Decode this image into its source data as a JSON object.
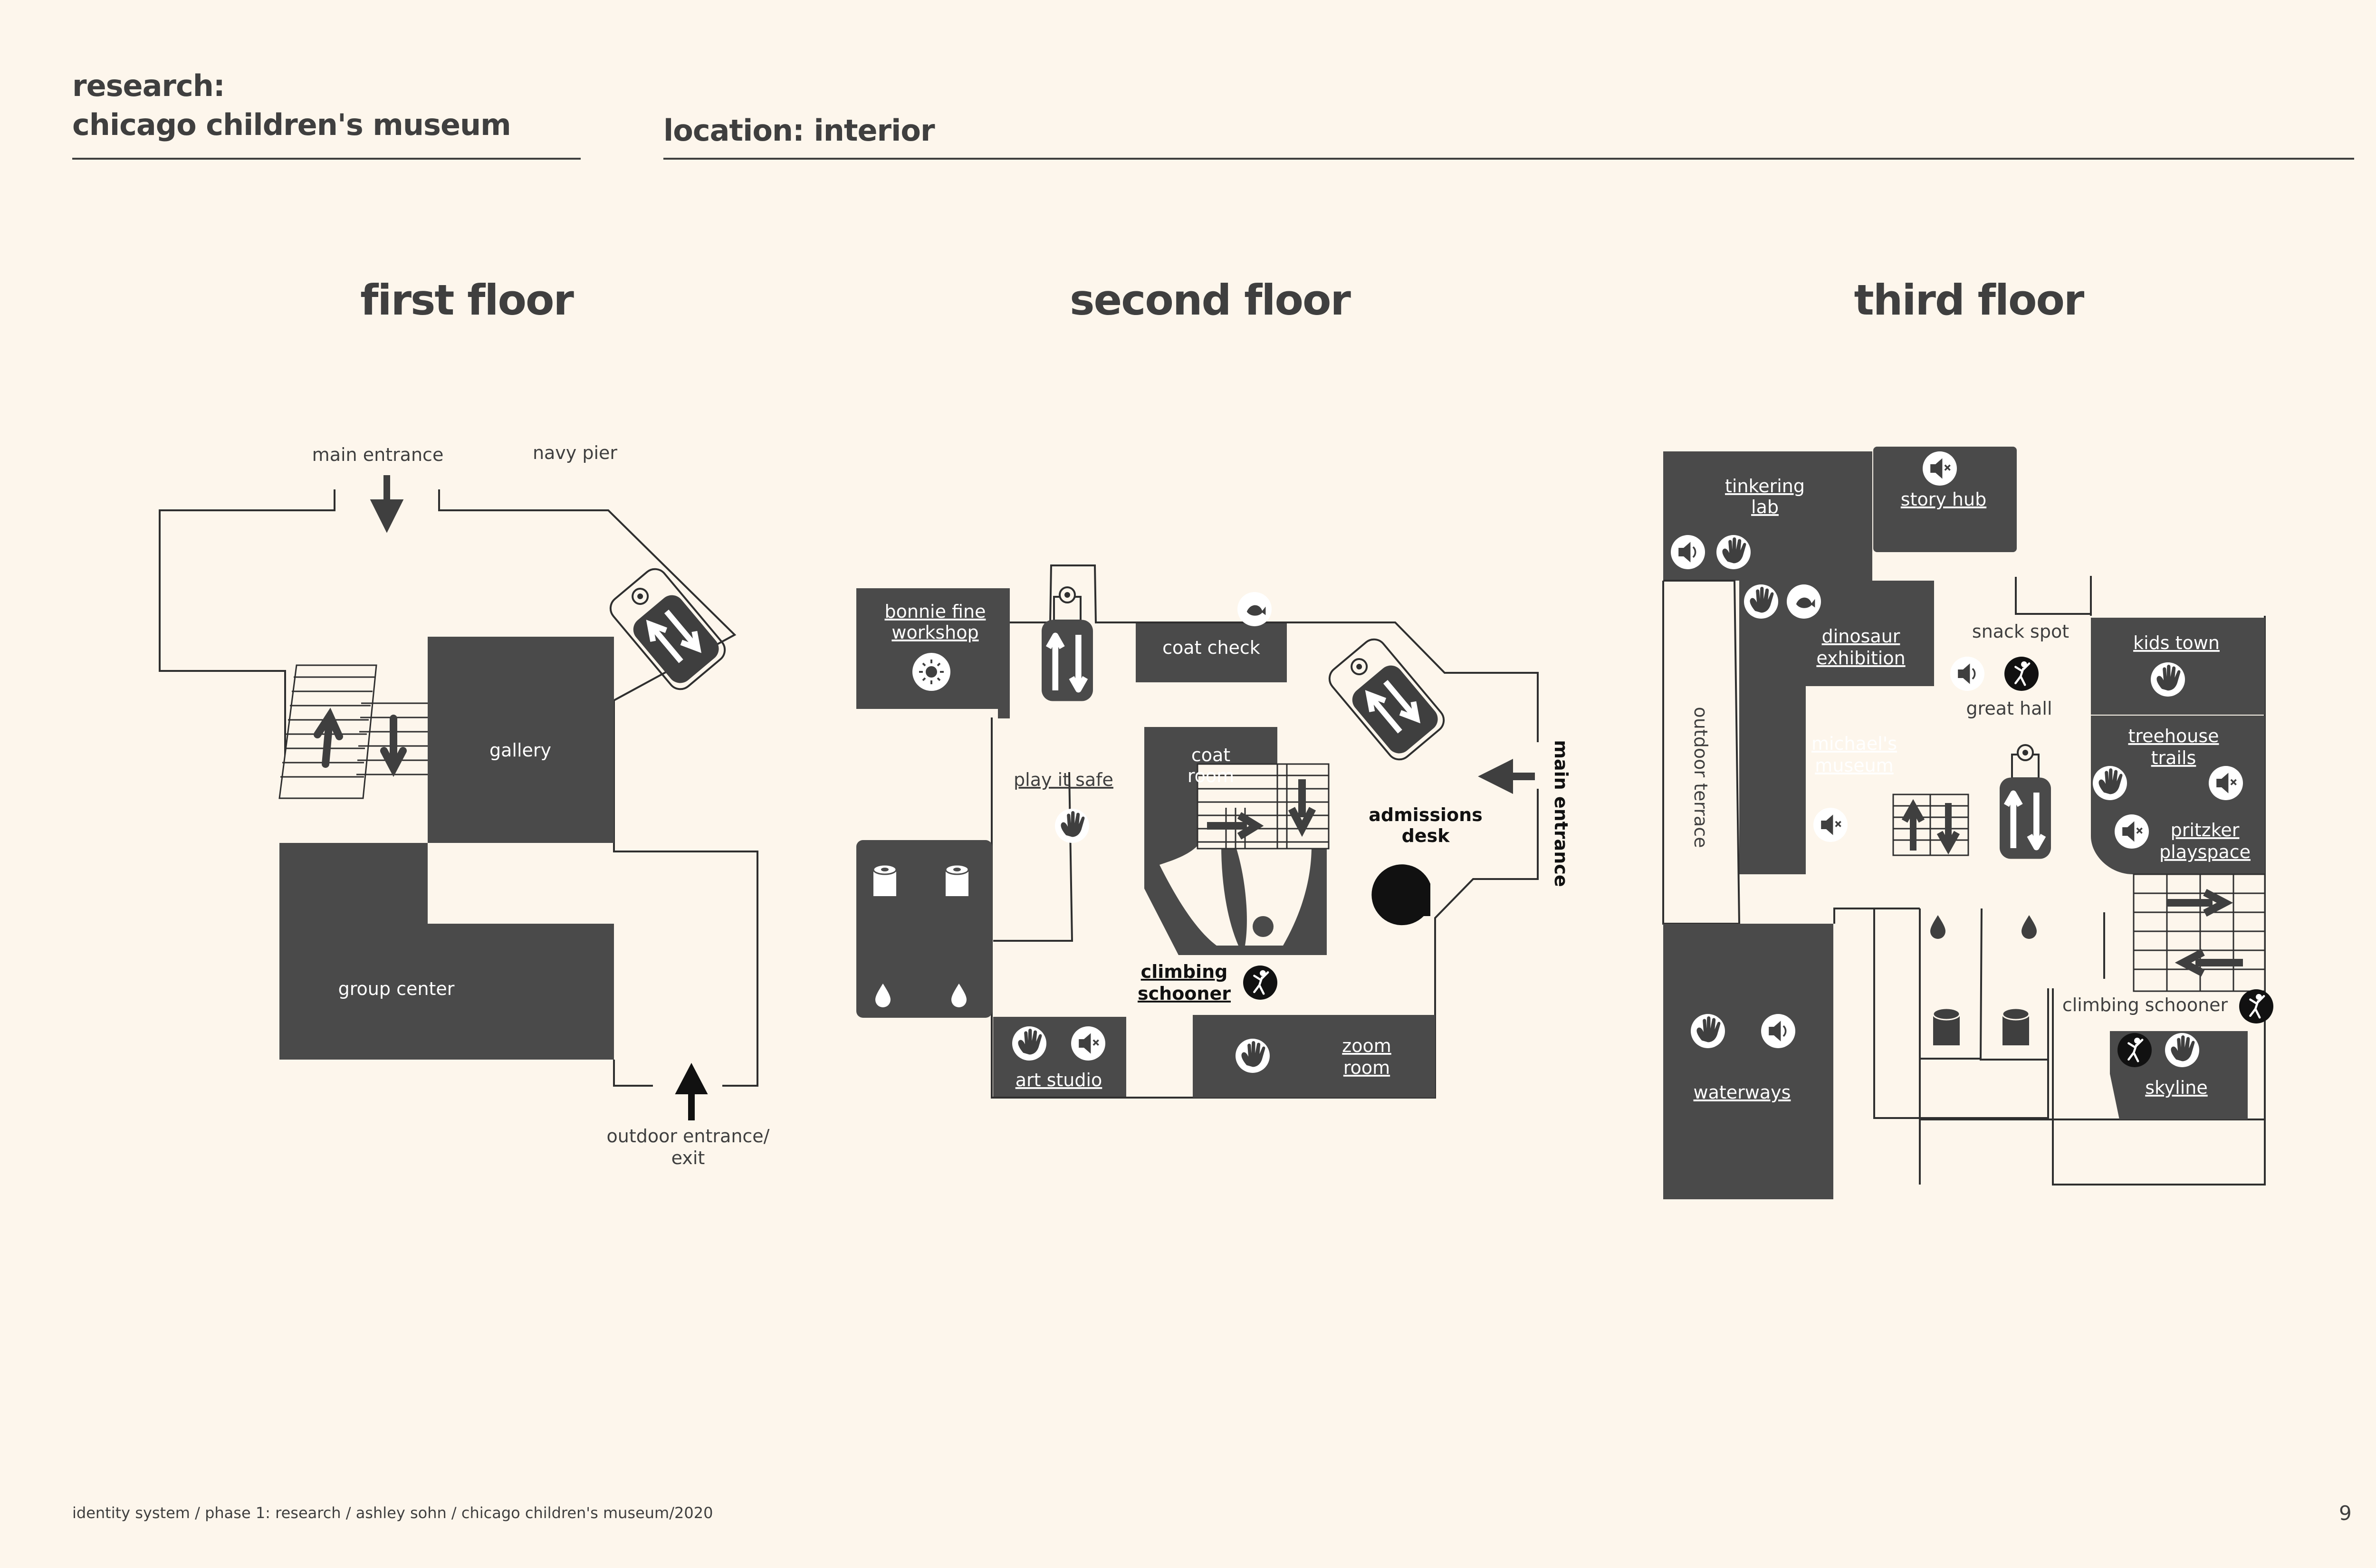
{
  "header": {
    "title_line1": "research:",
    "title_line2": "chicago children's museum",
    "location": "location: interior"
  },
  "floors": {
    "first": {
      "title": "first floor",
      "labels": {
        "main_entrance": "main entrance",
        "navy_pier": "navy pier",
        "gallery": "gallery",
        "group_center": "group center",
        "outdoor_line1": "outdoor entrance/",
        "outdoor_line2": "exit"
      }
    },
    "second": {
      "title": "second floor",
      "labels": {
        "bonnie_line1": "bonnie fine",
        "bonnie_line2": "workshop",
        "coat_check": "coat check",
        "coat_room_line1": "coat",
        "coat_room_line2": "room",
        "play_it_safe": "play it safe",
        "admissions_line1": "admissions",
        "admissions_line2": "desk",
        "main_entrance": "main entrance",
        "climbing_line1": "climbing",
        "climbing_line2": "schooner",
        "art_studio": "art studio",
        "zoom_line1": "zoom",
        "zoom_line2": "room"
      }
    },
    "third": {
      "title": "third floor",
      "labels": {
        "tinkering_line1": "tinkering",
        "tinkering_line2": "lab",
        "story_hub": "story hub",
        "dinosaur_line1": "dinosaur",
        "dinosaur_line2": "exhibition",
        "snack_spot": "snack spot",
        "great_hall": "great hall",
        "kids_town": "kids town",
        "treehouse_line1": "treehouse",
        "treehouse_line2": "trails",
        "pritzker_line1": "pritzker",
        "pritzker_line2": "playspace",
        "michaels_line1": "michael's",
        "michaels_line2": "museum",
        "outdoor_terrace": "outdoor terrace",
        "climbing_schooner": "climbing schooner",
        "waterways": "waterways",
        "skyline": "skyline"
      }
    }
  },
  "footer": {
    "credits": "identity system / phase 1: research / ashley sohn / chicago children's museum/2020",
    "page_number": "9"
  },
  "icons": [
    "arrow-down-icon",
    "arrow-up-icon",
    "elevator-icon",
    "escalator-icon",
    "stairs-icon",
    "hand-icon",
    "sound-icon",
    "mute-icon",
    "sun-icon",
    "water-drop-icon",
    "toilet-paper-icon",
    "climber-icon",
    "fish-icon"
  ]
}
